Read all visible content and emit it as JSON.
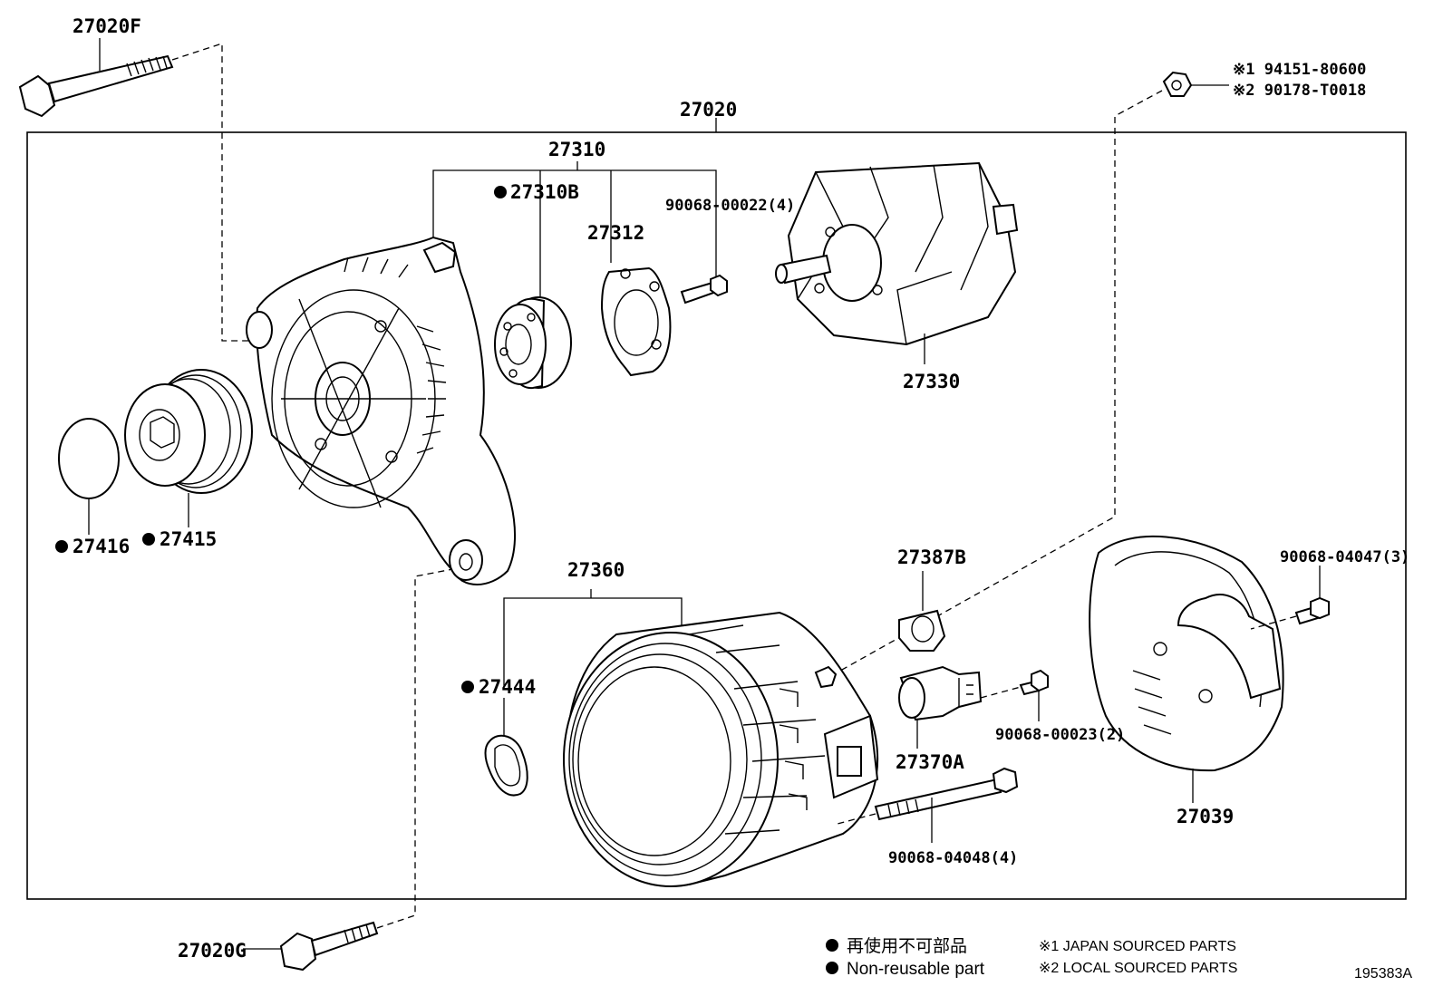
{
  "labels": {
    "p27020F": "27020F",
    "p27020": "27020",
    "p27310": "27310",
    "p27310B": "27310B",
    "p27312": "27312",
    "p90068_00022": "90068-00022(4)",
    "p27330": "27330",
    "p27416": "27416",
    "p27415": "27415",
    "p27360": "27360",
    "p27387B": "27387B",
    "p90068_04047": "90068-04047(3)",
    "p27444": "27444",
    "p90068_00023": "90068-00023(2)",
    "p27370A": "27370A",
    "p27039": "27039",
    "p90068_04048": "90068-04048(4)",
    "p27020G": "27020G"
  },
  "notes": {
    "n1": "※1 94151-80600",
    "n2": "※2 90178-T0018"
  },
  "legend": {
    "jp_text": "再使用不可部品",
    "en_text": "Non-reusable part",
    "sourced_1": "※1 JAPAN SOURCED PARTS",
    "sourced_2": "※2 LOCAL SOURCED PARTS"
  },
  "illustration_code": "195383A"
}
